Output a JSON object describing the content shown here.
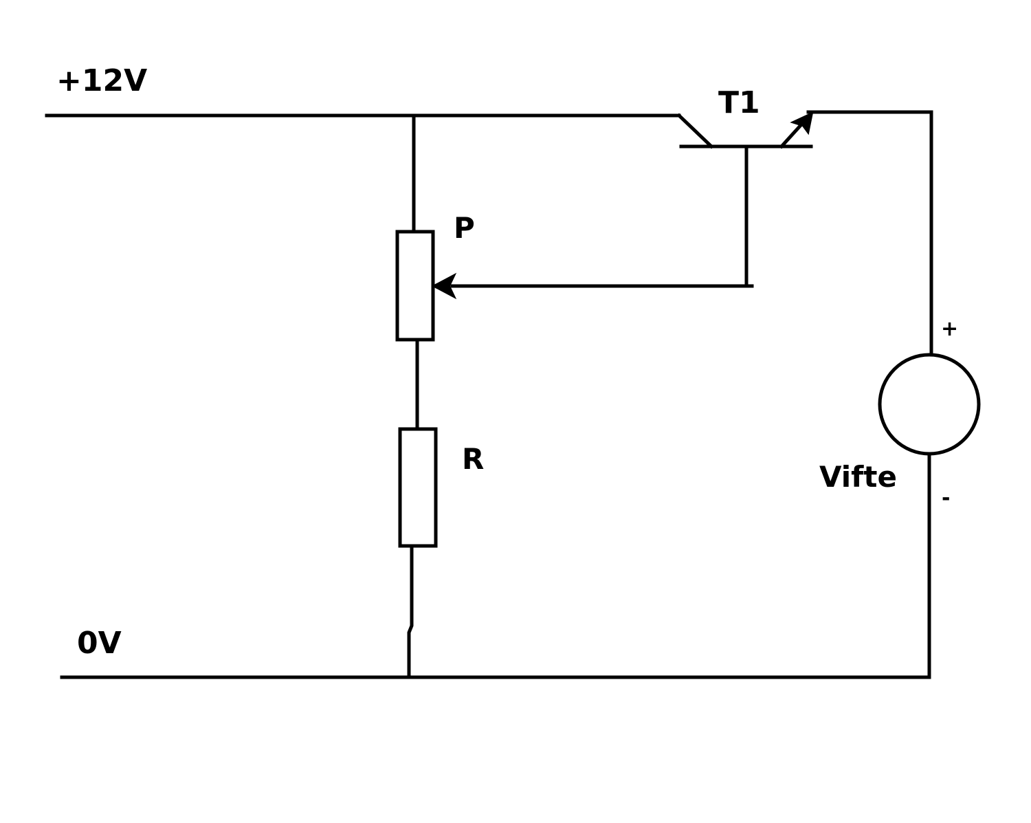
{
  "diagram": {
    "labels": {
      "supply": "+12V",
      "ground": "0V",
      "transistor": "T1",
      "potentiometer": "P",
      "resistor": "R",
      "fan": "Vifte",
      "fan_plus": "+",
      "fan_minus": "-"
    },
    "colors": {
      "line": "#000000",
      "background": "#ffffff"
    }
  }
}
